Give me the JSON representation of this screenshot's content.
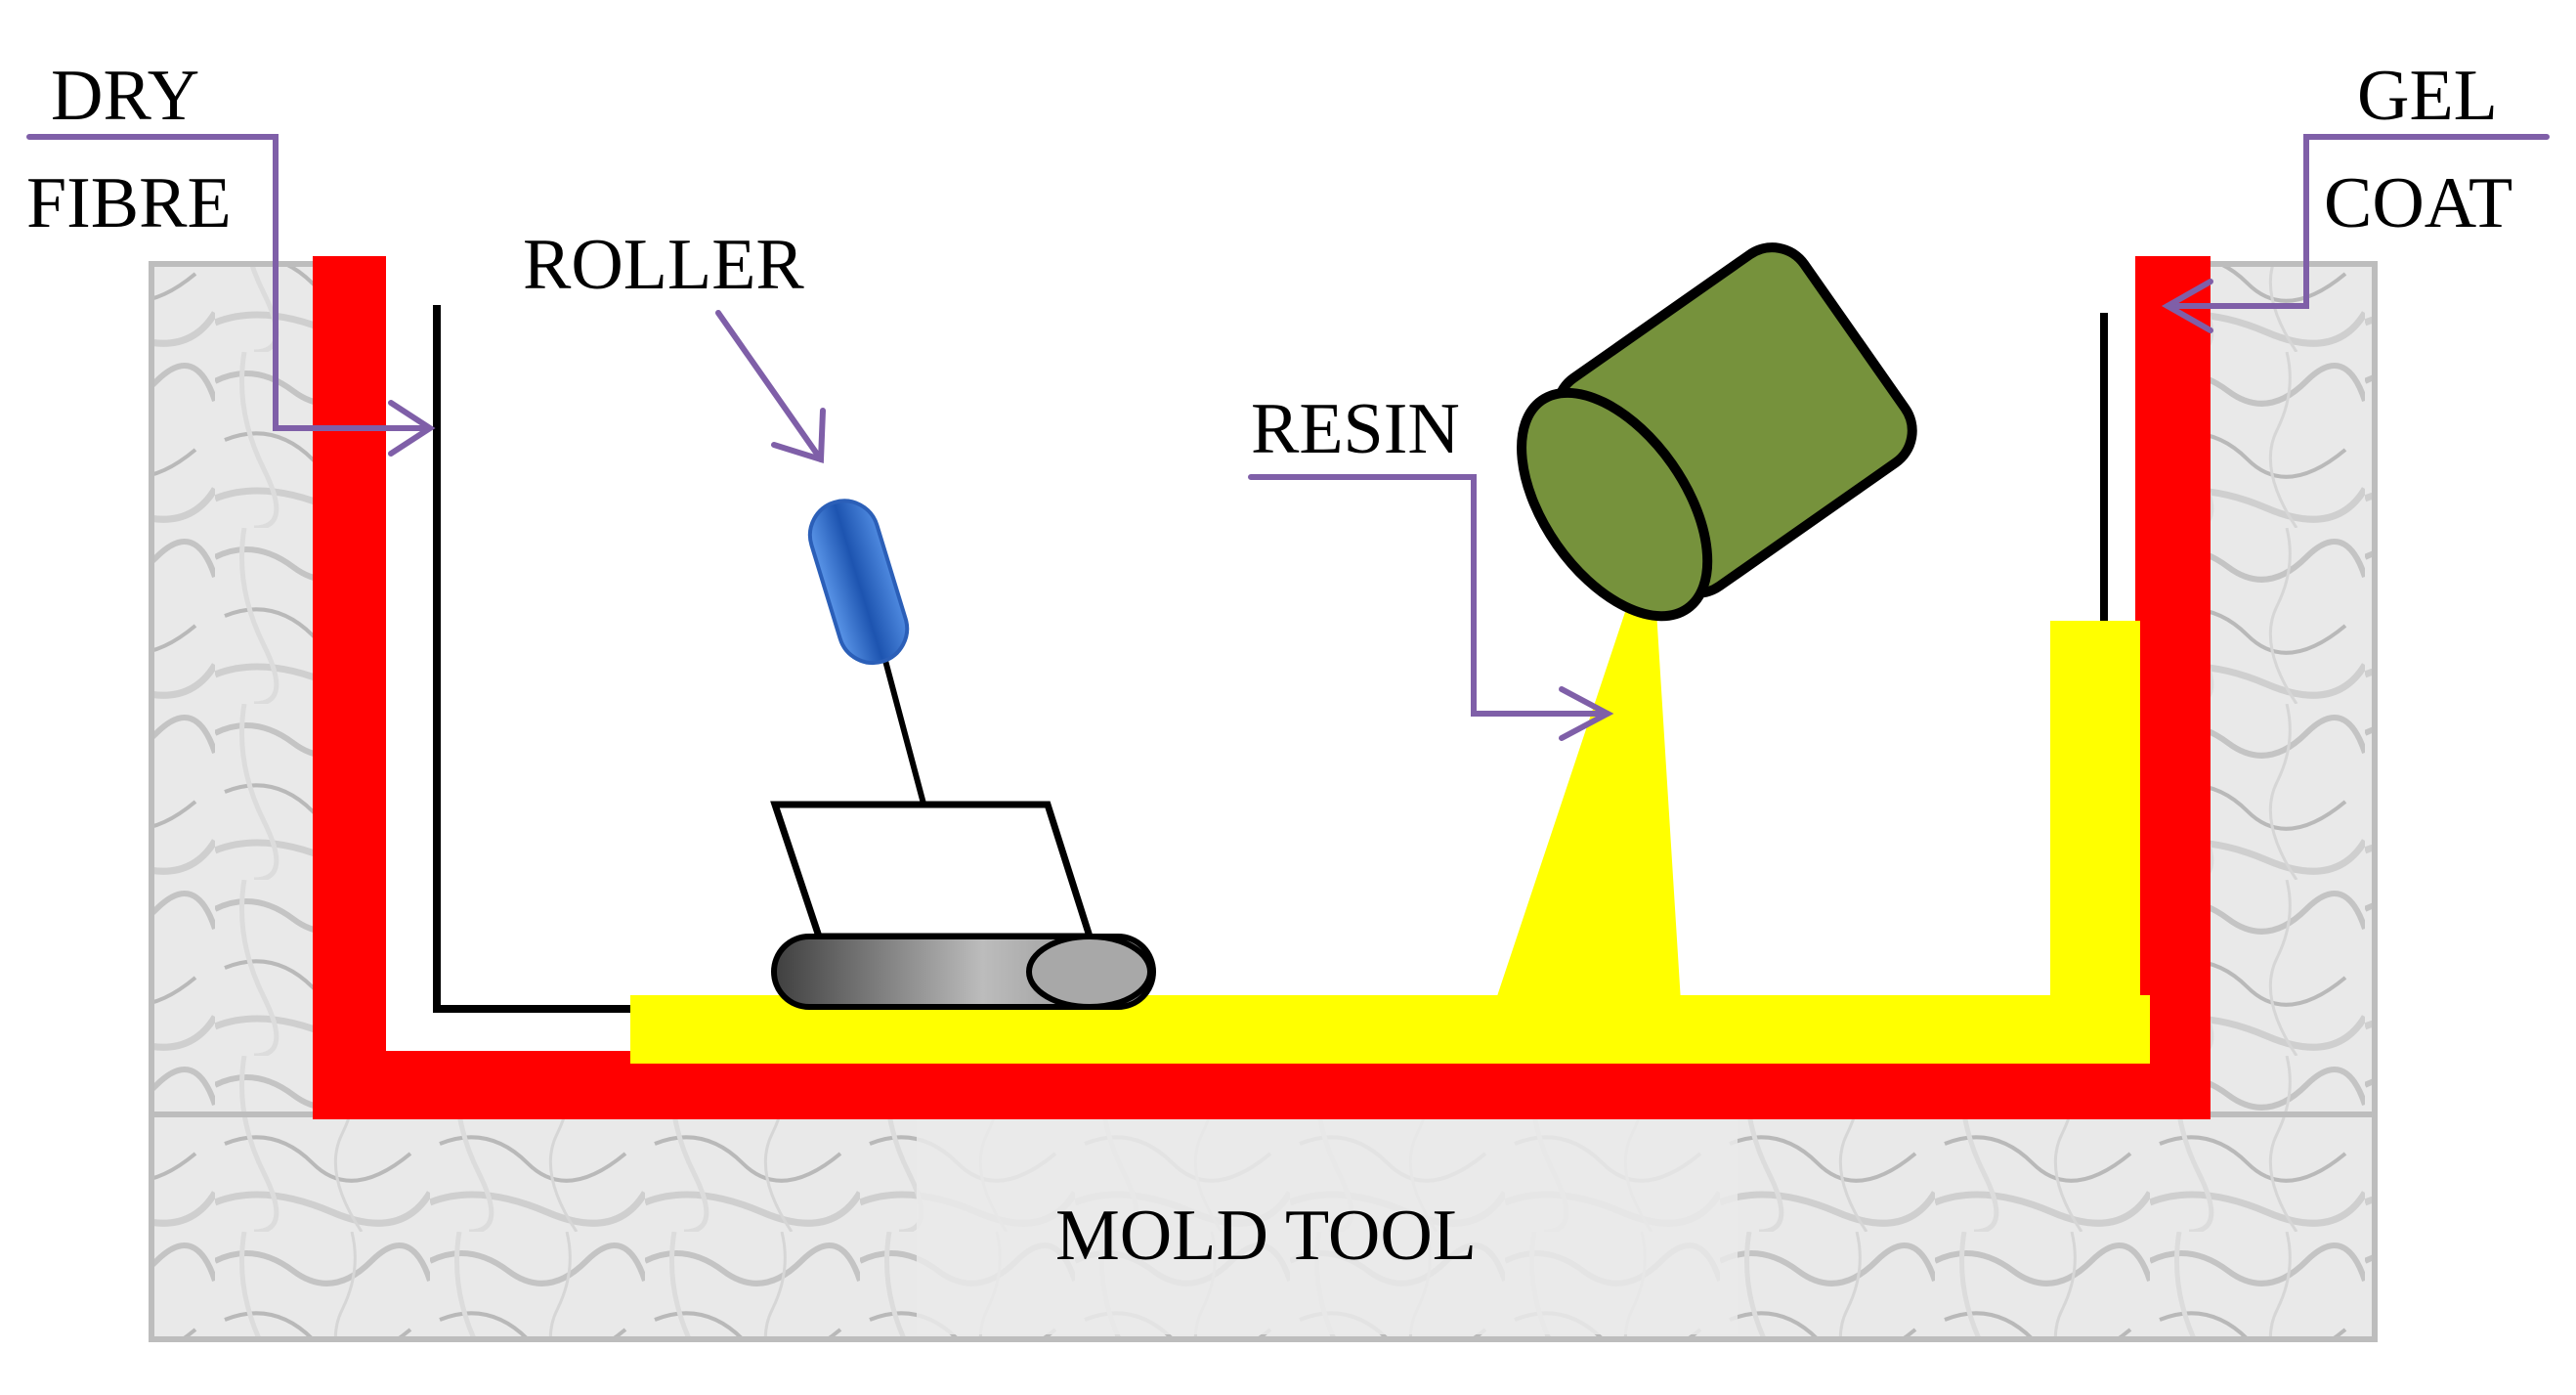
{
  "labels": {
    "dry_fibre_line1": "DRY",
    "dry_fibre_line2": "FIBRE",
    "roller": "ROLLER",
    "resin": "RESIN",
    "gel_coat_line1": "GEL",
    "gel_coat_line2": "COAT",
    "mold_tool": "MOLD TOOL"
  },
  "colors": {
    "gel_coat": "#ff0000",
    "resin": "#ffff00",
    "bucket": "#76923c",
    "roller_handle": "#3a78d8",
    "arrow": "#7f5fa8",
    "mold_marble": "#e6e6e6",
    "fibre": "#000000"
  }
}
